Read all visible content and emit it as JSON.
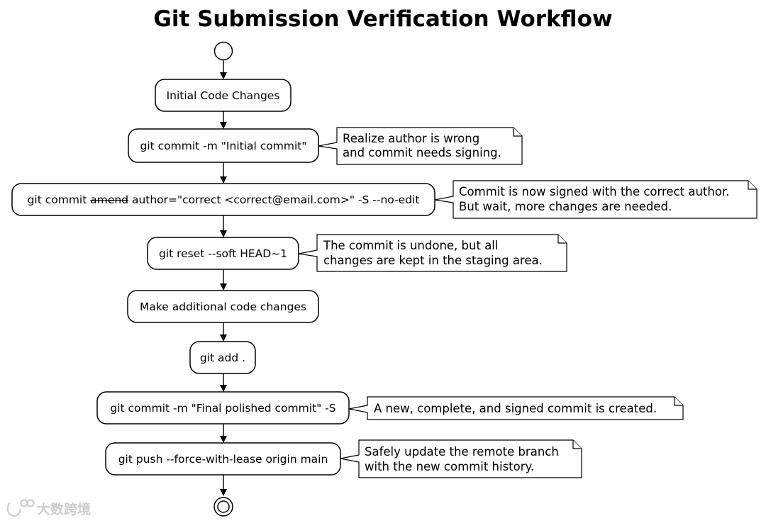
{
  "title": "Git Submission Verification Workflow",
  "nodes": {
    "n1": "Initial Code Changes",
    "n2": "git commit -m \"Initial commit\"",
    "n3_pre": "git commit ",
    "n3_strike": "amend",
    "n3_post": " author=\"correct <correct@email.com>\" -S --no-edit",
    "n4": "git reset --soft HEAD~1",
    "n5": "Make additional code changes",
    "n6": "git add .",
    "n7": "git commit -m \"Final polished commit\" -S",
    "n8": "git push --force-with-lease origin main"
  },
  "notes": {
    "note1": [
      "Realize author is wrong",
      "and commit needs signing."
    ],
    "note2": [
      "Commit is now signed with the correct author.",
      "But wait, more changes are needed."
    ],
    "note3": [
      "The commit is undone, but all",
      "changes are kept in the staging area."
    ],
    "note4": [
      "A new, complete, and signed commit is created."
    ],
    "note5": [
      "Safely update the remote branch",
      "with the new commit history."
    ]
  },
  "watermark": "大数跨境"
}
